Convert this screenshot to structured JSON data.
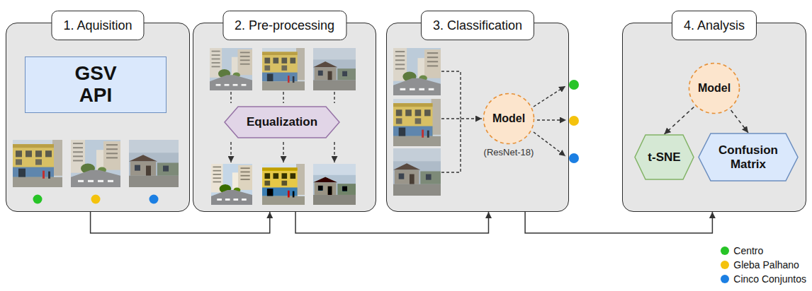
{
  "diagram": {
    "nodes": [
      {
        "text": [
          "1. Aquisition"
        ]
      },
      {
        "text": [
          "GSV API"
        ],
        "in": 0
      },
      {
        "text": [
          "2. Pre-processing"
        ]
      },
      {
        "text": [
          "Equalization"
        ],
        "in": 2
      },
      {
        "text": [
          "3. Classification"
        ]
      },
      {
        "text": [
          "Model",
          "(ResNet-18)"
        ],
        "in": 4
      },
      {
        "text": [
          "4. Analysis"
        ]
      },
      {
        "text": [
          "Model"
        ],
        "in": 6
      },
      {
        "text": [
          "t-SNE"
        ],
        "in": 6
      },
      {
        "text": [
          "Confusion Matrix"
        ],
        "in": 6
      }
    ],
    "edges": [
      {
        "from": 0,
        "to": 2,
        "arrow": "to"
      },
      {
        "from": 2,
        "to": 4,
        "arrow": "to"
      },
      {
        "from": 4,
        "to": 6,
        "arrow": "to"
      },
      {
        "from": 7,
        "to": 8,
        "arrow": "to"
      },
      {
        "from": 7,
        "to": 9,
        "arrow": "to"
      }
    ],
    "legend": [
      {
        "text": "Centro",
        "color": "#27c427"
      },
      {
        "text": "Gleba Palhano",
        "color": "#f4c20d"
      },
      {
        "text": "Cinco Conjuntos",
        "color": "#1b7fe3"
      }
    ]
  }
}
